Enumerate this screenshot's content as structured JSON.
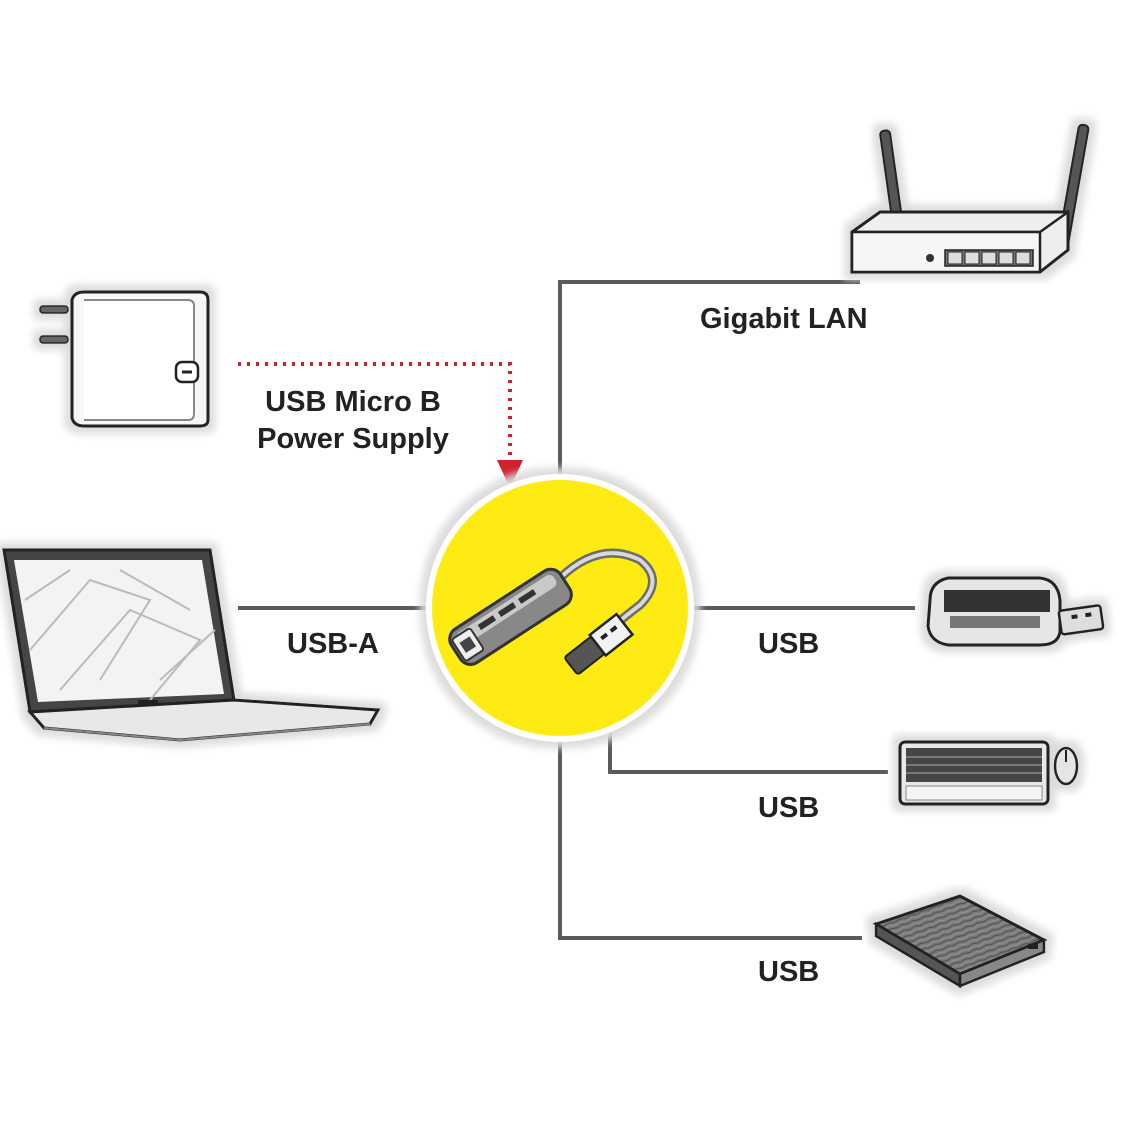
{
  "labels": {
    "power_line1": "USB Micro B",
    "power_line2": "Power Supply",
    "lan": "Gigabit LAN",
    "usb_a": "USB-A",
    "usb_card_reader": "USB",
    "usb_keyboard": "USB",
    "usb_drive": "USB"
  },
  "colors": {
    "hub_circle": "#ffeb14",
    "line": "#5a5a5a",
    "power_arrow": "#d0202a"
  },
  "devices": {
    "power_adapter": "power-adapter-icon",
    "router": "router-icon",
    "laptop": "laptop-icon",
    "card_reader": "card-reader-icon",
    "keyboard_mouse": "keyboard-mouse-icon",
    "hard_drive": "external-drive-icon",
    "hub": "usb-hub-icon"
  }
}
